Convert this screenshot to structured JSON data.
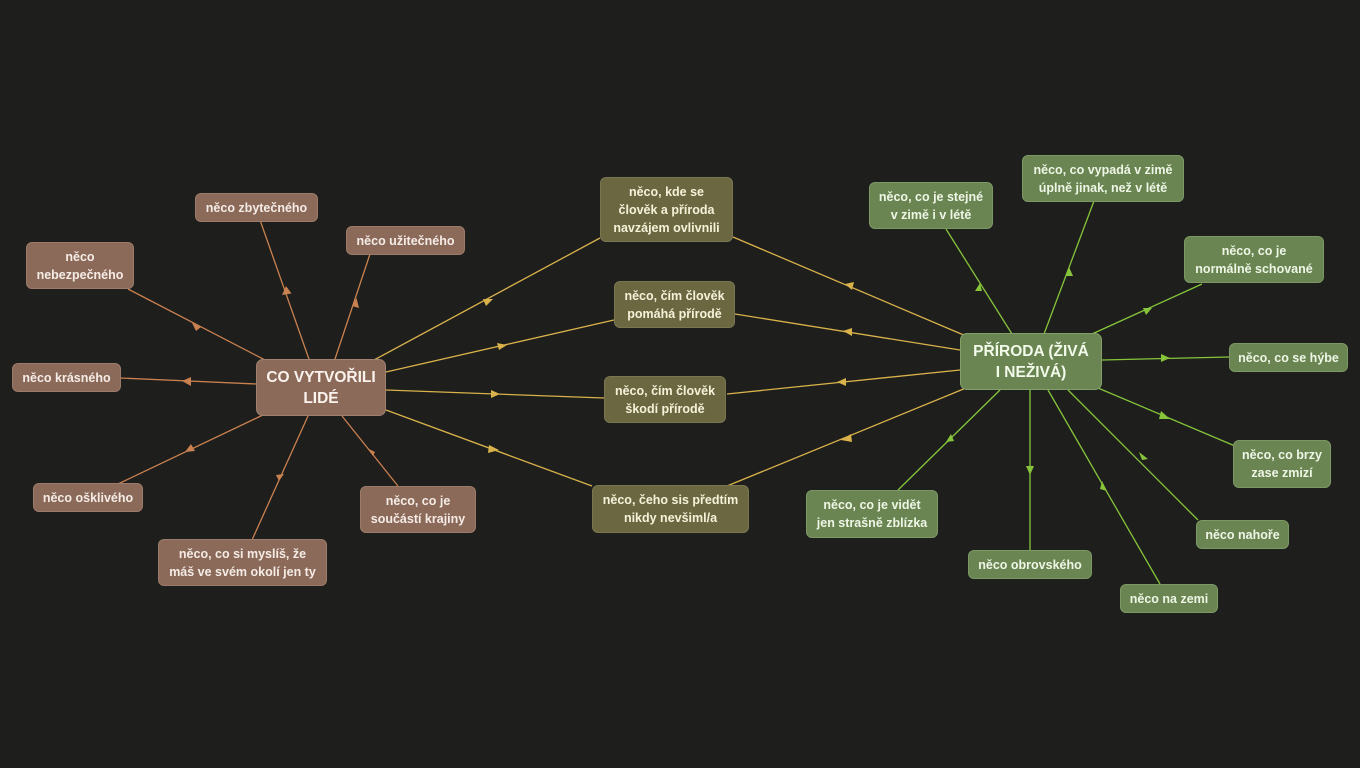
{
  "map": {
    "left_center": "CO VYTVOŘILI\nLIDÉ",
    "right_center": "PŘÍRODA (ŽIVÁ\nI NEŽIVÁ)",
    "left_topics": {
      "zbytecneho": "něco zbytečného",
      "uzitecneho": "něco užitečného",
      "nebezpecneho": "něco\nnebezpečného",
      "krasneho": "něco krásného",
      "osklivého": "něco ošklivého",
      "myslis": "něco, co si myslíš, že\nmáš ve svém okolí jen ty",
      "soucasti": "něco, co je\nsoučástí krajiny"
    },
    "middle_topics": {
      "ovlivnili": "něco, kde se\nčlověk a příroda\nnavzájem ovlivnili",
      "pomaha": "něco, čím člověk\npomáhá přírodě",
      "skodi": "něco, čím člověk\nškodí přírodě",
      "nevsiml": "něco, čeho sis předtím\nnikdy nevšiml/a"
    },
    "right_topics": {
      "stejne": "něco, co je stejné\nv zimě i v létě",
      "vypada": "něco, co vypadá v zimě\núplně jinak, než v létě",
      "schovane": "něco, co je\nnormálně schované",
      "hybe": "něco, co se hýbe",
      "zmizi": "něco, co brzy\nzase zmizí",
      "nahore": "něco nahoře",
      "zemi": "něco na zemi",
      "obrovskeho": "něco obrovského",
      "zblizka": "něco, co je vidět\njen strašně zblízka"
    }
  },
  "colors": {
    "background": "#1e1e1d",
    "brown_line": "#c9814f",
    "olive_line": "#d9b24a",
    "green_line": "#86c53a"
  }
}
